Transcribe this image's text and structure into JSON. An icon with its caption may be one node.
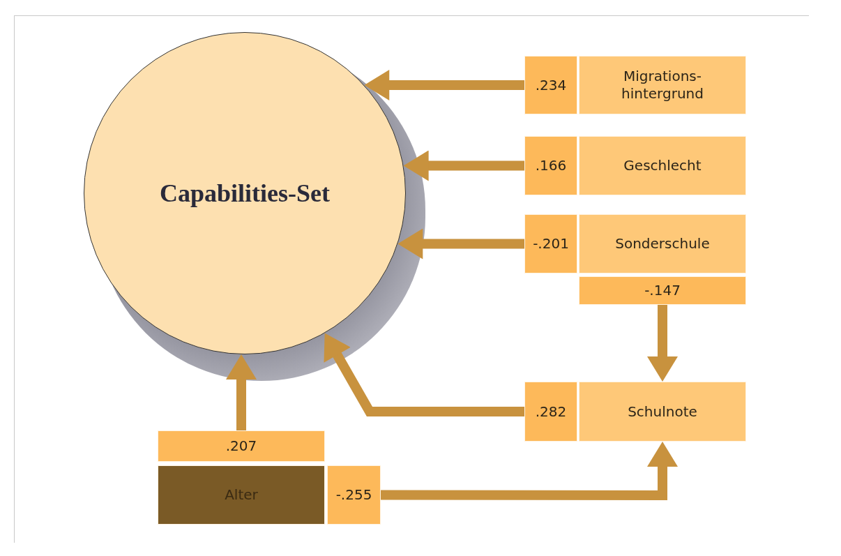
{
  "diagram": {
    "nodes": [
      {
        "text": [
          "Capabilities-Set"
        ]
      },
      {
        "text": [
          ".234"
        ]
      },
      {
        "text": [
          "Migrations- hintergrund"
        ]
      },
      {
        "text": [
          ".166"
        ]
      },
      {
        "text": [
          "Geschlecht"
        ]
      },
      {
        "text": [
          "-.201"
        ]
      },
      {
        "text": [
          "Sonderschule"
        ]
      },
      {
        "text": [
          "-.147"
        ]
      },
      {
        "text": [
          ".282"
        ]
      },
      {
        "text": [
          "Schulnote"
        ]
      },
      {
        "text": [
          ".207"
        ]
      },
      {
        "text": [
          "Alter"
        ]
      },
      {
        "text": [
          "-.255"
        ]
      }
    ],
    "edges": [
      {
        "from": 1,
        "to": 0,
        "arrow": "to"
      },
      {
        "from": 3,
        "to": 0,
        "arrow": "to"
      },
      {
        "from": 5,
        "to": 0,
        "arrow": "to"
      },
      {
        "from": 7,
        "to": 9,
        "arrow": "to"
      },
      {
        "from": 8,
        "to": 0,
        "arrow": "to"
      },
      {
        "from": 10,
        "to": 0,
        "arrow": "to"
      },
      {
        "from": 12,
        "to": 9,
        "arrow": "to"
      }
    ]
  }
}
